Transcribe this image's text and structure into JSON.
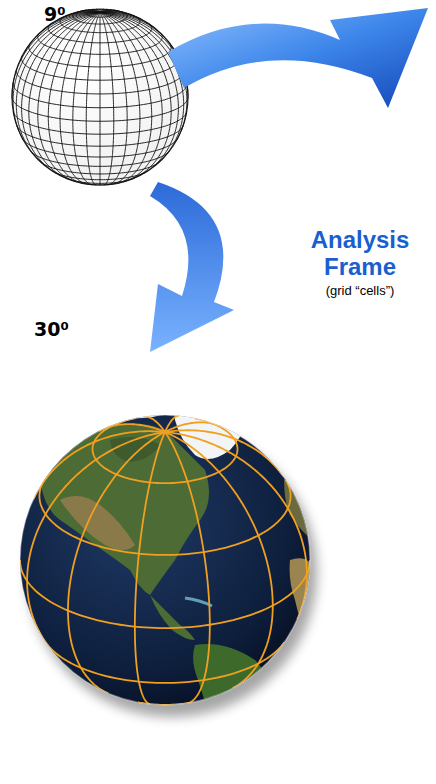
{
  "diagram": {
    "labels": [
      "9⁰",
      "Analysis Frame",
      "(grid “cells”)",
      "30⁰"
    ]
  }
}
